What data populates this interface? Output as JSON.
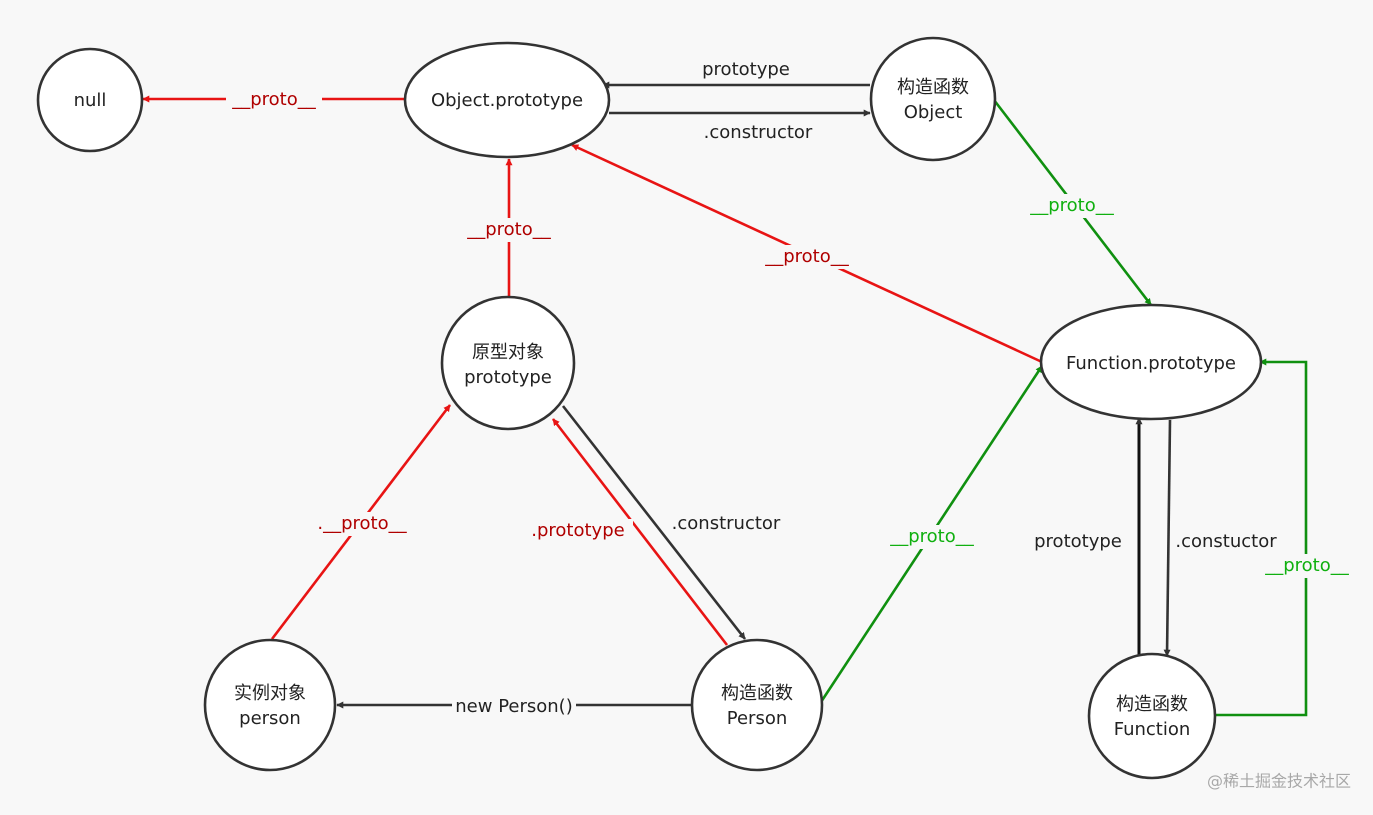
{
  "colors": {
    "background": "#f8f8f8",
    "black_edge": "#333333",
    "red_edge": "#e81414",
    "green_edge": "#109010",
    "red_label": "#b00000",
    "green_label": "#10b010"
  },
  "nodes": {
    "null": {
      "lines": [
        "null"
      ]
    },
    "object_prototype": {
      "lines": [
        "Object.prototype"
      ]
    },
    "ctor_object": {
      "lines": [
        "构造函数",
        "Object"
      ]
    },
    "proto_object": {
      "lines": [
        "原型对象",
        "prototype"
      ]
    },
    "function_prototype": {
      "lines": [
        "Function.prototype"
      ]
    },
    "instance_person": {
      "lines": [
        "实例对象",
        "person"
      ]
    },
    "ctor_person": {
      "lines": [
        "构造函数",
        "Person"
      ]
    },
    "ctor_function": {
      "lines": [
        "构造函数",
        "Function"
      ]
    }
  },
  "edges": {
    "op_to_null": {
      "label": "__proto__",
      "color": "red"
    },
    "ctorobj_to_op": {
      "label": "prototype",
      "color": "black"
    },
    "op_to_ctorobj": {
      "label": ".constructor",
      "color": "black"
    },
    "ctorobj_to_fp": {
      "label": "__proto__",
      "color": "green"
    },
    "proto_to_op": {
      "label": "__proto__",
      "color": "red"
    },
    "fp_to_op": {
      "label": "__proto__",
      "color": "red"
    },
    "inst_to_proto": {
      "label": ".__proto__",
      "color": "red"
    },
    "ctorperson_to_proto": {
      "label": ".prototype",
      "color": "red"
    },
    "proto_to_ctorperson": {
      "label": ".constructor",
      "color": "black"
    },
    "ctorperson_to_inst": {
      "label": "new Person()",
      "color": "black"
    },
    "ctorperson_to_fp": {
      "label": "__proto__",
      "color": "green"
    },
    "ctorfn_to_fp_proto": {
      "label": "prototype",
      "color": "black"
    },
    "fp_to_ctorfn": {
      "label": ".constuctor",
      "color": "black"
    },
    "ctorfn_to_fp_loop": {
      "label": "__proto__",
      "color": "green"
    }
  },
  "watermark": "@稀土掘金技术社区"
}
